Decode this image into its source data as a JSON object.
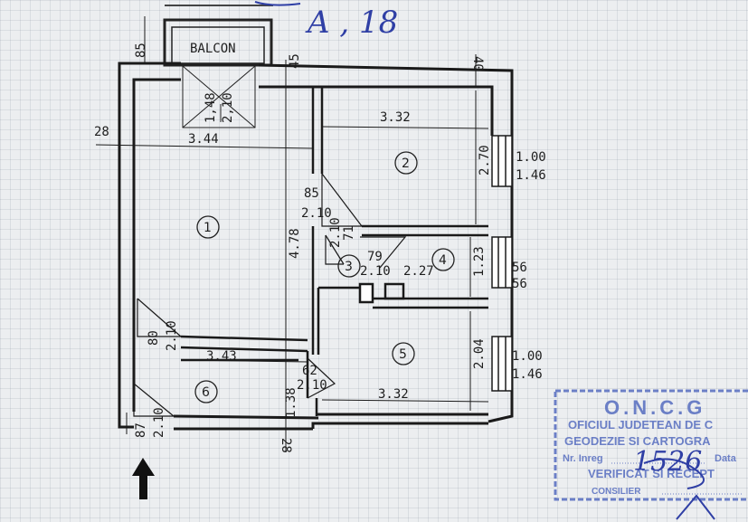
{
  "handwritten": {
    "label": "A , 18",
    "reg_no": "1526"
  },
  "balcony": {
    "label": "BALCON",
    "door_dims": [
      "1,48",
      "2,10"
    ]
  },
  "rooms": [
    {
      "number": "1"
    },
    {
      "number": "2"
    },
    {
      "number": "3"
    },
    {
      "number": "4"
    },
    {
      "number": "5"
    },
    {
      "number": "6"
    }
  ],
  "dimensions": {
    "wall_28_top": "28",
    "wall_28_bottom": "28",
    "wall_85": "85",
    "wall_45": "45",
    "wall_40": "40",
    "room1_width": "3.44",
    "room1_length": "4.78",
    "room2_width": "3.32",
    "room2_length": "2.70",
    "room2_window_a": "1.00",
    "room2_window_b": "1.46",
    "door_85": "85",
    "door_85_h": "2.10",
    "door_3_h": "2.10",
    "door_3_w": "71",
    "room3_door_w": "79",
    "room3_door_h": "2.10",
    "room4_width": "2.27",
    "room4_length": "1.23",
    "room4_window_a": "56",
    "room4_window_b": "56",
    "door_80": "80",
    "door_80_h": "2.10",
    "hall_width": "3.43",
    "room5_length": "2.04",
    "room5_width": "3.32",
    "room5_window_a": "1.00",
    "room5_window_b": "1.46",
    "door_62": "62",
    "door_62_h": "2.10",
    "room6_length": "1.38",
    "door_87": "87",
    "door_87_h": "2.10"
  },
  "stamp": {
    "title": "O.N.C.G",
    "line1": "OFICIUL JUDETEAN DE C",
    "line2": "GEODEZIE SI CARTOGRA",
    "line3_label": "Nr. Inreg",
    "line3_date": "Data",
    "line4": "VERIFICAT SI RECEPT",
    "line5": "CONSILIER"
  }
}
